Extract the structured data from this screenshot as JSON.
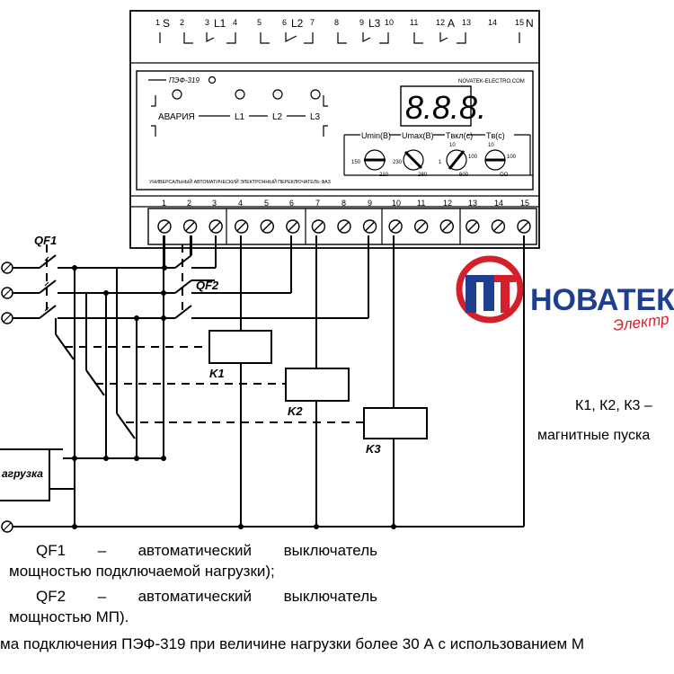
{
  "device": {
    "model": "ПЭФ-319",
    "website": "NOVATEK-ELECTRO.COM",
    "subtitle": "УНИВЕРСАЛЬНЫЙ АВТОМАТИЧЕСКИЙ ЭЛЕКТРОННЫЙ ПЕРЕКЛЮЧАТЕЛЬ ФАЗ",
    "display": "8.8.8.",
    "top_terminals": [
      "1",
      "S",
      "2",
      "3",
      "L1",
      "4",
      "5",
      "6",
      "L2",
      "7",
      "8",
      "9",
      "L3",
      "10",
      "11",
      "12",
      "A",
      "13",
      "14",
      "15",
      "N"
    ],
    "leds": {
      "alarm": "АВАРИЯ",
      "l1": "L1",
      "l2": "L2",
      "l3": "L3"
    },
    "knobs": [
      {
        "label": "Umin(В)",
        "left": "150",
        "bottom": "210"
      },
      {
        "label": "Umax(В)",
        "left": "230",
        "bottom": "280"
      },
      {
        "label": "Tвкл(с)",
        "top": "10",
        "right": "100",
        "left": "1",
        "bottom": "600"
      },
      {
        "label": "Tв(с)",
        "top": "10",
        "right": "100",
        "bottom": "OO"
      }
    ],
    "bottom_terminals": [
      "1",
      "2",
      "3",
      "4",
      "5",
      "6",
      "7",
      "8",
      "9",
      "10",
      "11",
      "12",
      "13",
      "14",
      "15"
    ]
  },
  "scheme": {
    "qf1": "QF1",
    "qf2": "QF2",
    "k1": "K1",
    "k2": "K2",
    "k3": "K3",
    "load": "агрузка"
  },
  "logo": {
    "brand": "НОВАТЕК",
    "sub": "Электр"
  },
  "notes": {
    "k_line1": "К1, К2, К3 –",
    "k_line2": "магнитные пуска",
    "qf1_a": "QF1",
    "qf1_b": "–",
    "qf1_c": "автоматический",
    "qf1_d": "выключатель",
    "qf1_line2": "мощностью подключаемой нагрузки);",
    "qf2_a": "QF2",
    "qf2_b": "–",
    "qf2_c": "автоматический",
    "qf2_d": "выключатель",
    "qf2_line2": "мощностью МП).",
    "caption": "ма подключения ПЭФ-319 при величине нагрузки более 30 А с использованием М"
  },
  "colors": {
    "logo_blue": "#1e3f8f",
    "logo_red": "#d4202a"
  }
}
